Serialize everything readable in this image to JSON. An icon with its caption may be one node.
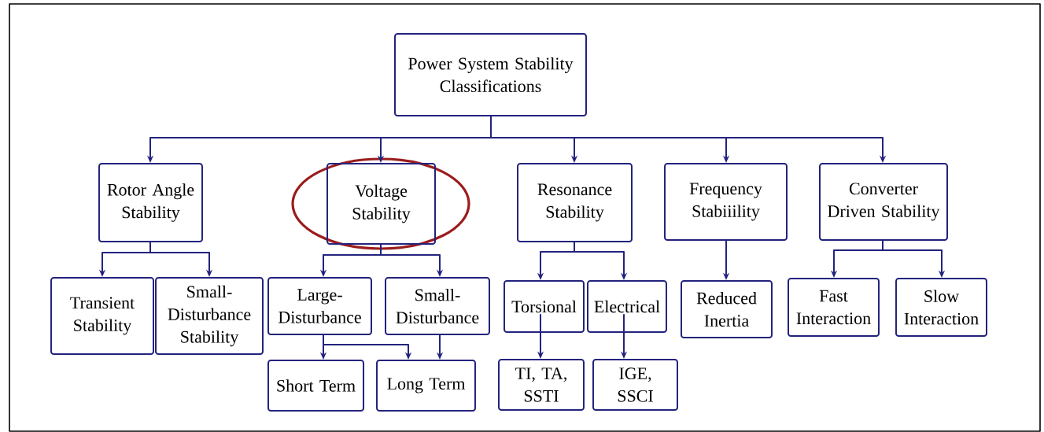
{
  "diagram": {
    "nodes": [
      {
        "text": [
          "Power System Stability Classifications"
        ]
      },
      {
        "text": [
          "Rotor Angle Stability"
        ]
      },
      {
        "text": [
          "Voltage Stability"
        ]
      },
      {
        "text": [
          "Resonance Stability"
        ]
      },
      {
        "text": [
          "Frequency Stabiiility"
        ]
      },
      {
        "text": [
          "Converter Driven Stability"
        ]
      },
      {
        "text": [
          "Transient Stability"
        ]
      },
      {
        "text": [
          "Small-Disturbance Stability"
        ]
      },
      {
        "text": [
          "Large-Disturbance"
        ]
      },
      {
        "text": [
          "Small-Disturbance"
        ]
      },
      {
        "text": [
          "Short Term"
        ]
      },
      {
        "text": [
          "Long Term"
        ]
      },
      {
        "text": [
          "Torsional"
        ]
      },
      {
        "text": [
          "Electrical"
        ]
      },
      {
        "text": [
          "TI, TA, SSTI"
        ]
      },
      {
        "text": [
          "IGE, SSCI"
        ]
      },
      {
        "text": [
          "Reduced Inertia"
        ]
      },
      {
        "text": [
          "Fast Interaction"
        ]
      },
      {
        "text": [
          "Slow Interaction"
        ]
      }
    ],
    "edges": [
      {
        "from": 0,
        "to": 1,
        "arrow": "to"
      },
      {
        "from": 0,
        "to": 2,
        "arrow": "to"
      },
      {
        "from": 0,
        "to": 3,
        "arrow": "to"
      },
      {
        "from": 0,
        "to": 4,
        "arrow": "to"
      },
      {
        "from": 0,
        "to": 5,
        "arrow": "to"
      },
      {
        "from": 1,
        "to": 6,
        "arrow": "to"
      },
      {
        "from": 1,
        "to": 7,
        "arrow": "to"
      },
      {
        "from": 2,
        "to": 8,
        "arrow": "to"
      },
      {
        "from": 2,
        "to": 9,
        "arrow": "to"
      },
      {
        "from": 8,
        "to": 10,
        "arrow": "to"
      },
      {
        "from": 8,
        "to": 11,
        "arrow": "to"
      },
      {
        "from": 9,
        "to": 11,
        "arrow": "to"
      },
      {
        "from": 3,
        "to": 12,
        "arrow": "to"
      },
      {
        "from": 3,
        "to": 13,
        "arrow": "to"
      },
      {
        "from": 12,
        "to": 14,
        "arrow": "to"
      },
      {
        "from": 13,
        "to": 15,
        "arrow": "to"
      },
      {
        "from": 4,
        "to": 16,
        "arrow": "to"
      },
      {
        "from": 5,
        "to": 17,
        "arrow": "to"
      },
      {
        "from": 5,
        "to": 18,
        "arrow": "to"
      }
    ]
  }
}
